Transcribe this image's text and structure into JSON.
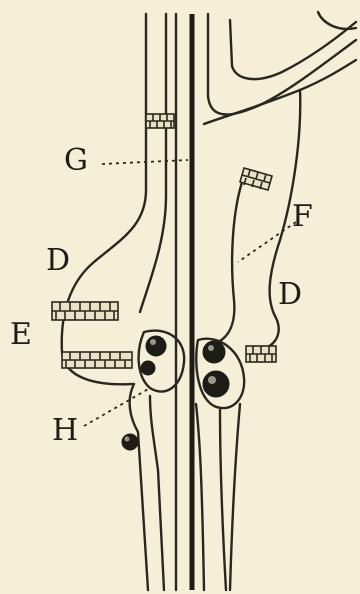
{
  "colors": {
    "paper": "#f4efd6",
    "ink": "#1e1c17",
    "line": "#2a2721"
  },
  "labels": {
    "G": "G",
    "F": "F",
    "D_left": "D",
    "D_right": "D",
    "E": "E",
    "H": "H"
  }
}
